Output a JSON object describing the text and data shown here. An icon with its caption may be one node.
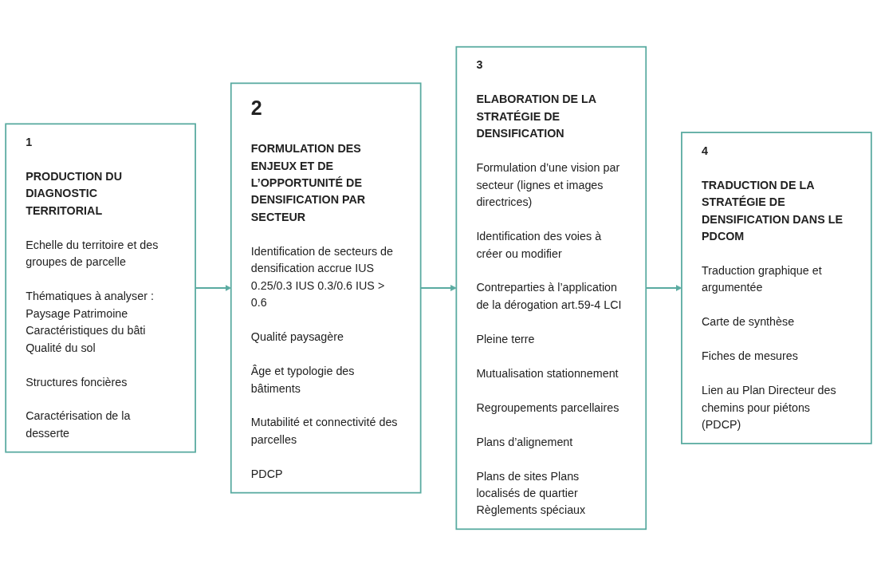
{
  "diagram": {
    "nodes": [
      {
        "text": [
          "1",
          "PRODUCTION DU DIAGNOSTIC TERRITORIAL",
          "Echelle du territoire et des groupes de parcelle",
          "Thématiques à analyser : Paysage Patrimoine Caractéristiques du bâti Qualité du sol",
          "Structures foncières",
          "Caractérisation de la desserte"
        ]
      },
      {
        "text": [
          "2",
          "FORMULATION DES ENJEUX ET DE L’OPPORTUNITÉ DE DENSIFICATION PAR SECTEUR",
          "Identification de secteurs de densification accrue IUS 0.25/0.3 IUS 0.3/0.6 IUS > 0.6",
          "Qualité paysagère",
          "Âge et typologie des bâtiments",
          "Mutabilité et connectivité des parcelles",
          "PDCP"
        ]
      },
      {
        "text": [
          "3",
          "ELABORATION DE LA STRATÉGIE DE DENSIFICATION",
          "Formulation d’une vision par secteur (lignes et images directrices)",
          "Identification des voies à créer ou modifier",
          "Contreparties à l’application de la dérogation art.59-4 LCI",
          "Pleine terre",
          "Mutualisation stationnement",
          "Regroupements parcellaires",
          "Plans d’alignement",
          "Plans de sites Plans localisés de quartier Règlements spéciaux"
        ]
      },
      {
        "text": [
          "4",
          "TRADUCTION DE LA STRATÉGIE DE DENSIFICATION DANS LE PDCOM",
          "Traduction graphique et argumentée",
          "Carte de synthèse",
          "Fiches de mesures",
          "Lien au Plan Directeur des chemins pour piétons (PDCP)"
        ]
      }
    ],
    "edges": [
      {
        "from": 0,
        "to": 1,
        "arrow": "to"
      },
      {
        "from": 1,
        "to": 2,
        "arrow": "to"
      },
      {
        "from": 2,
        "to": 3,
        "arrow": "to"
      }
    ]
  }
}
